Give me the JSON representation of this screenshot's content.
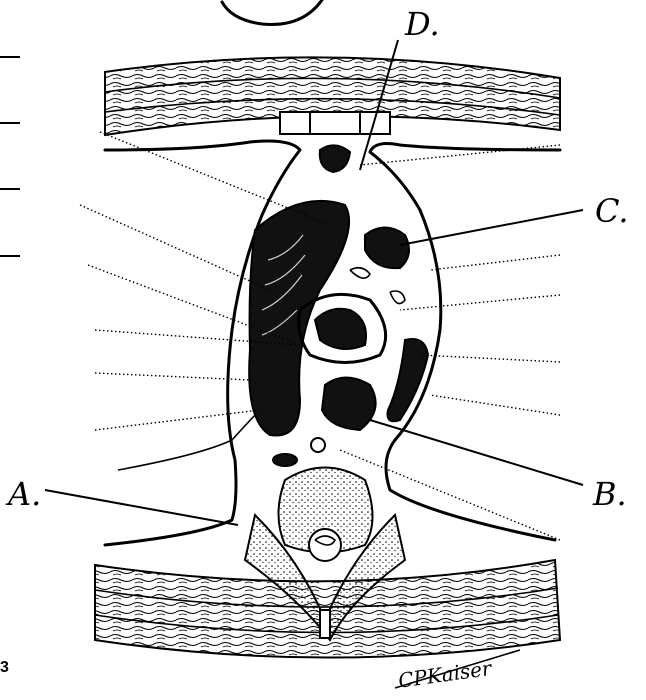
{
  "labels": {
    "a": "A.",
    "b": "B.",
    "c": "C.",
    "d": "D."
  },
  "signature": "CPKaiser",
  "page_fragment": "3",
  "colors": {
    "ink": "#000000",
    "paper": "#ffffff"
  }
}
